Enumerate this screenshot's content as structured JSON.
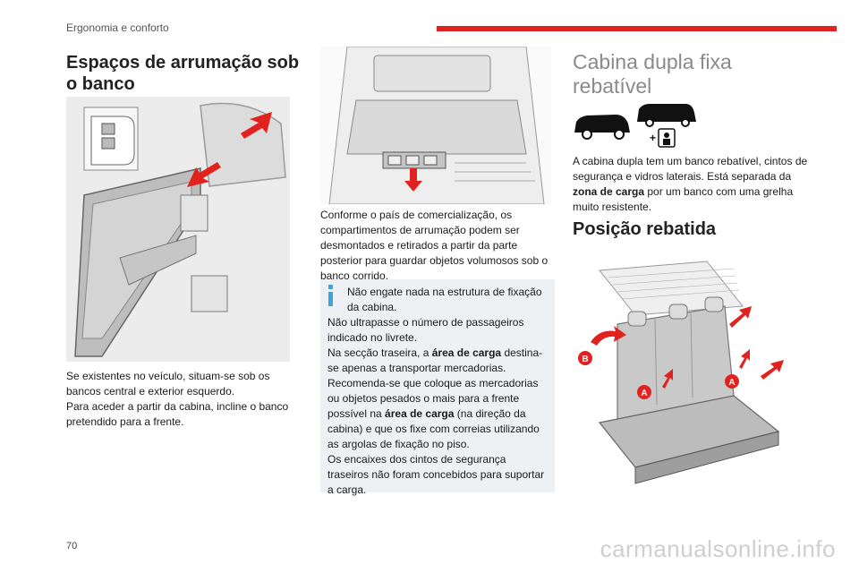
{
  "header": {
    "section": "Ergonomia e conforto"
  },
  "col1": {
    "title": "Espaços de arrumação sob o banco",
    "p1": "Se existentes no veículo, situam-se sob os bancos central e exterior esquerdo.",
    "p2": "Para aceder a partir da cabina, incline o banco pretendido para a frente."
  },
  "col2": {
    "p1": "Conforme o país de comercialização, os compartimentos de arrumação podem ser desmontados e retirados a partir da parte posterior para guardar objetos volumosos sob o banco corrido.",
    "info": {
      "l1": "Não engate nada na estrutura de fixação da cabina.",
      "l2": "Não ultrapasse o número de passageiros indicado no livrete.",
      "l3a": "Na secção traseira, a ",
      "l3b": "área de carga",
      "l3c": " destina-se apenas a transportar mercadorias.",
      "l4a": "Recomenda-se que coloque as mercadorias ou objetos pesados o mais para a frente possível na ",
      "l4b": "área de carga",
      "l4c": " (na direção da cabina) e que os fixe com correias utilizando as argolas de fixação no piso.",
      "l5": "Os encaixes dos cintos de segurança traseiros não foram concebidos para suportar a carga."
    }
  },
  "col3": {
    "title": "Cabina dupla fixa rebatível",
    "p1a": "A cabina dupla tem um banco rebatível, cintos de segurança e vidros laterais. Está separada da ",
    "p1b": "zona de carga",
    "p1c": " por um banco com uma grelha muito resistente.",
    "subtitle": "Posição rebatida",
    "labels": {
      "a": "A",
      "b": "B"
    }
  },
  "footer": {
    "page": "70",
    "watermark": "carmanualsonline.info"
  },
  "colors": {
    "accent": "#e0231f",
    "infobox": "#edf1f4",
    "info_icon": "#3aa6dc"
  }
}
